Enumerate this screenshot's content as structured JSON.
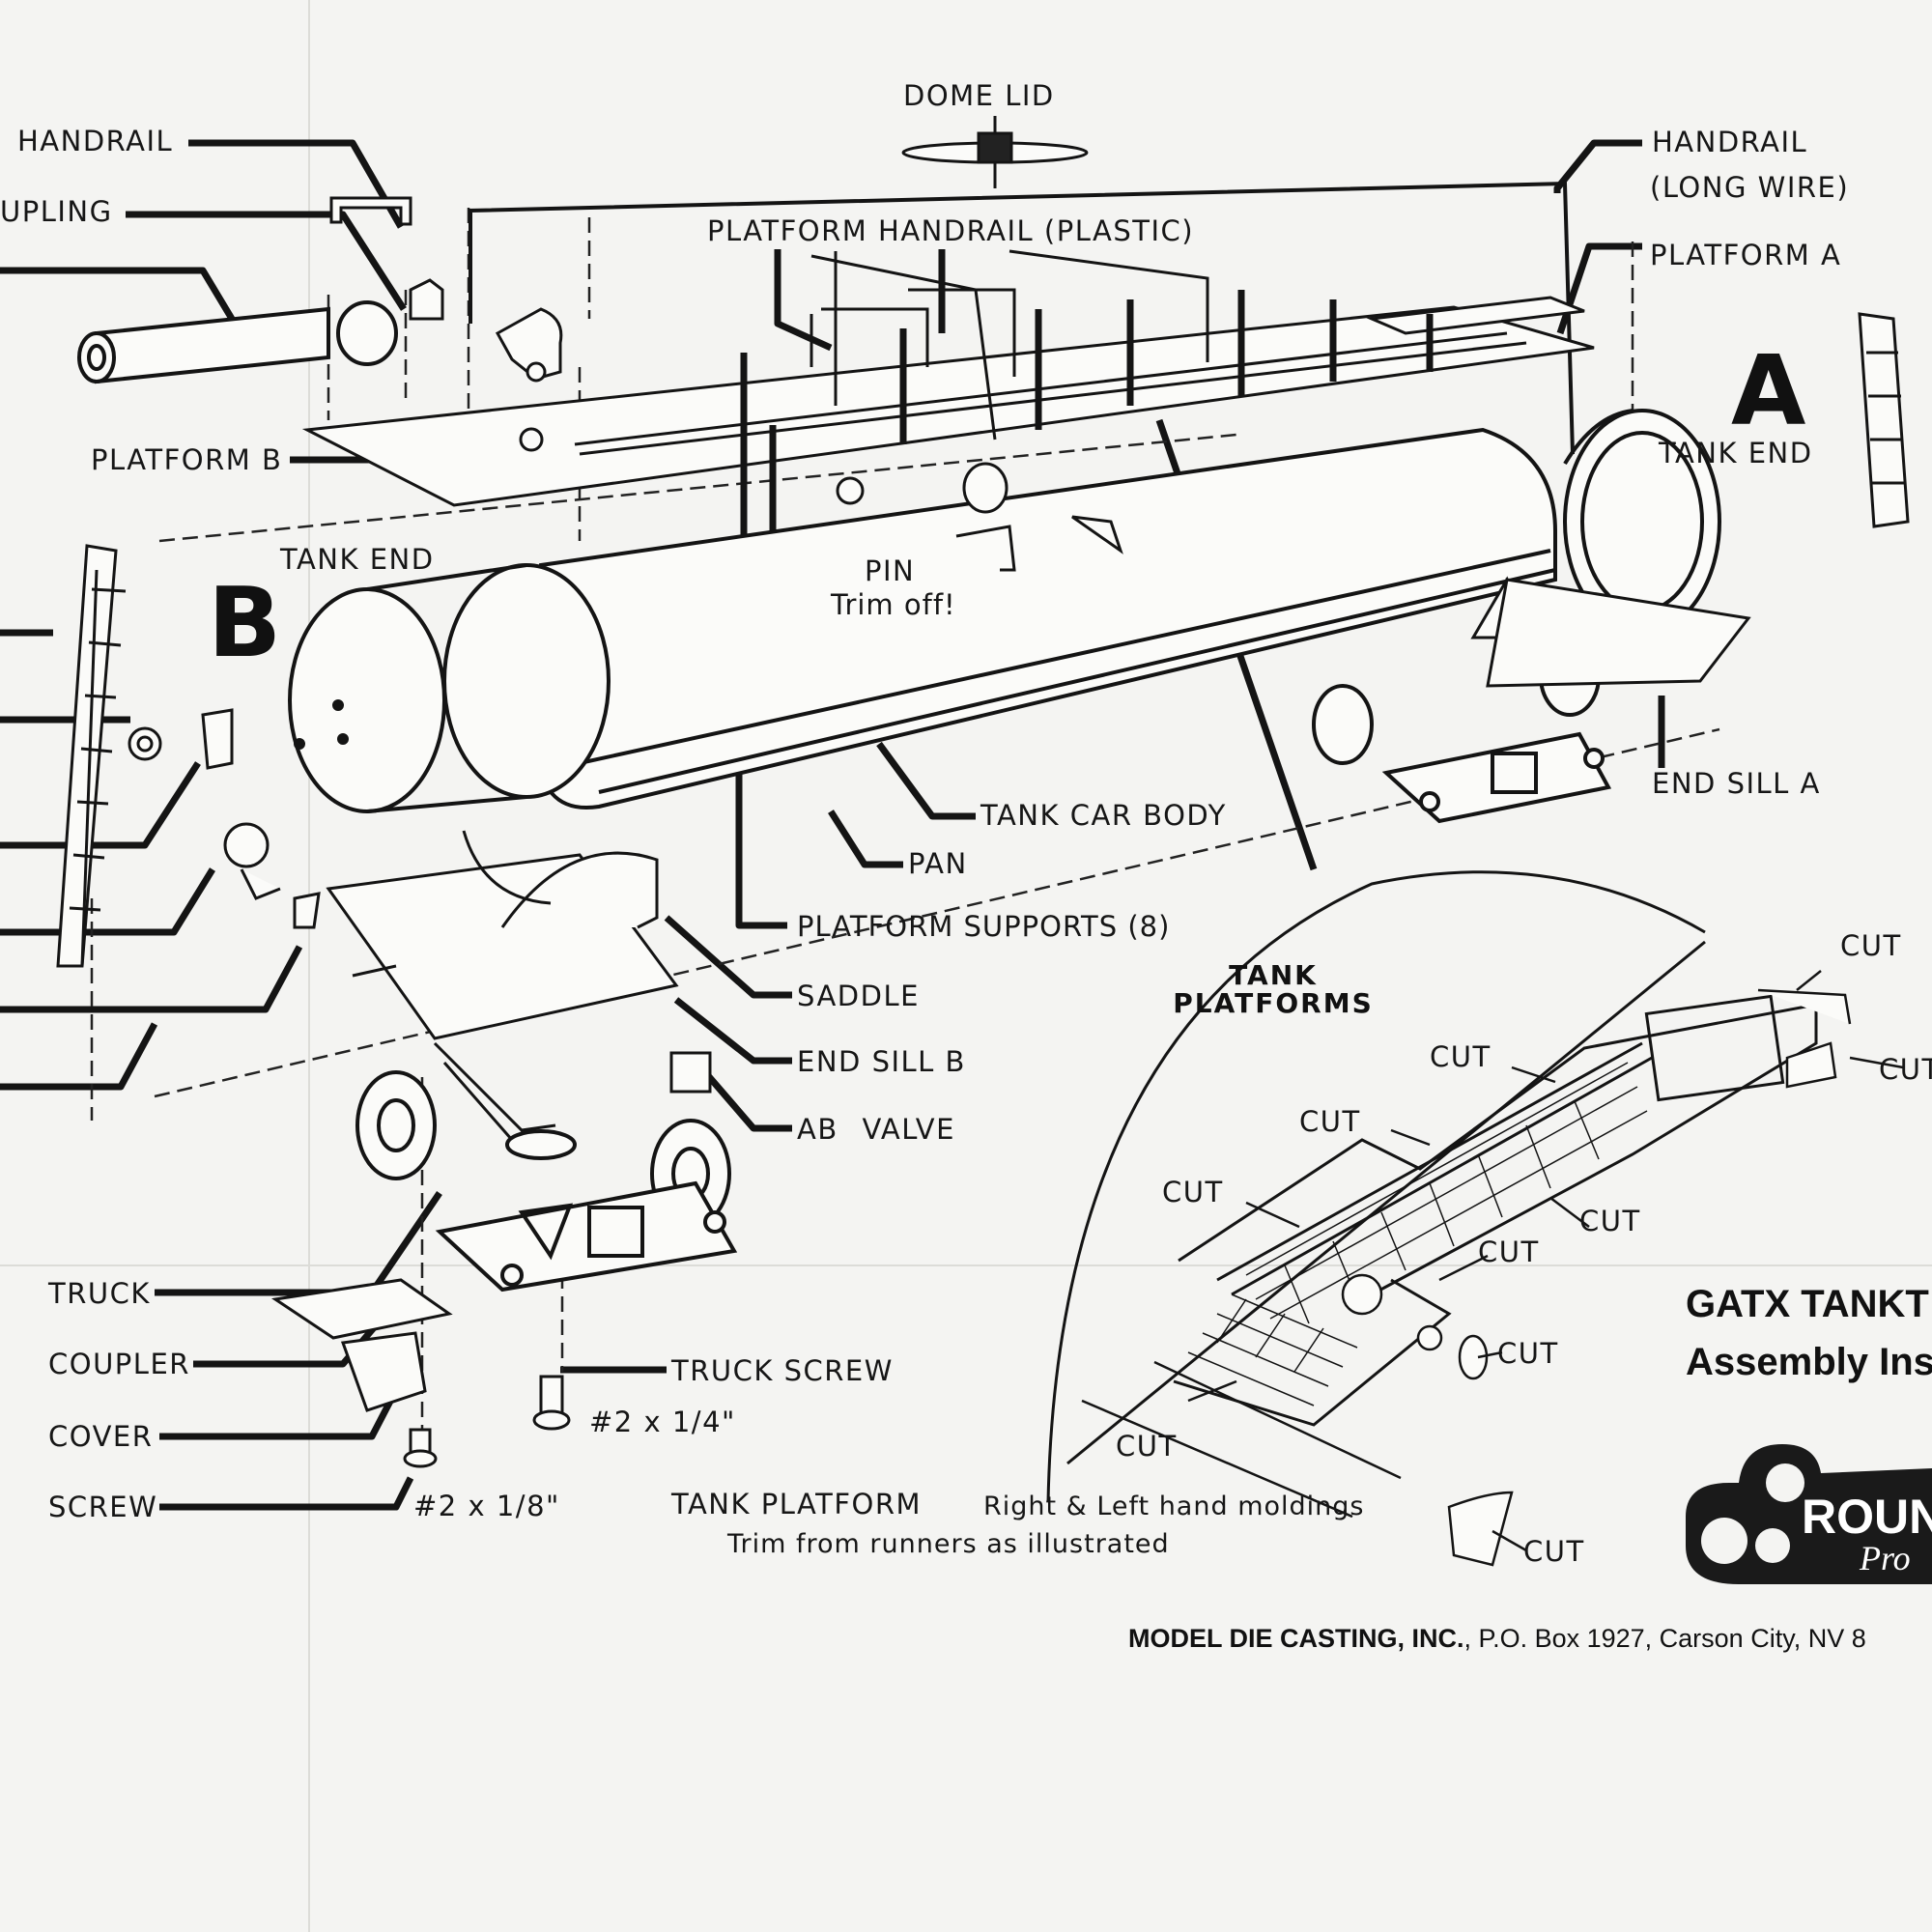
{
  "labels": {
    "dome_lid": "DOME LID",
    "handrail_left": "HANDRAIL",
    "coupling": "UPLING",
    "handrail_right": "HANDRAIL",
    "long_wire": "(LONG WIRE)",
    "platform_handrail": "PLATFORM HANDRAIL (PLASTIC)",
    "platform_a": "PLATFORM A",
    "platform_b": "PLATFORM B",
    "tank_end_a": "TANK END",
    "tank_end_b": "TANK END",
    "letter_a": "A",
    "letter_b": "B",
    "pin": "PIN",
    "trim_off": "Trim off!",
    "end_sill_a": "END SILL A",
    "tank_car_body": "TANK CAR BODY",
    "pan": "PAN",
    "platform_supports": "PLATFORM SUPPORTS (8)",
    "saddle": "SADDLE",
    "end_sill_b": "END SILL B",
    "ab_valve": "AB VALVE",
    "truck": "TRUCK",
    "coupler": "COUPLER",
    "cover": "COVER",
    "screw": "SCREW",
    "truck_screw": "TRUCK SCREW",
    "truck_screw_size": "#2 x 1/4\"",
    "screw_size": "#2 x 1/8\"",
    "tank_platforms_1": "TANK",
    "tank_platforms_2": "PLATFORMS",
    "cut": "CUT",
    "cut_partial": "CUT",
    "tank_platform_note_1": "TANK PLATFORM",
    "tank_platform_note_2": "Right & Left hand moldings",
    "tank_platform_note_3": "Trim from runners as illustrated"
  },
  "title": {
    "line1": "GATX TANKT",
    "line2": "Assembly Ins"
  },
  "logo": {
    "brand": "ROUND",
    "sub": "Pro"
  },
  "footer": {
    "company": "MODEL DIE CASTING, INC.",
    "address": ", P.O. Box 1927, Carson City, NV 8"
  }
}
